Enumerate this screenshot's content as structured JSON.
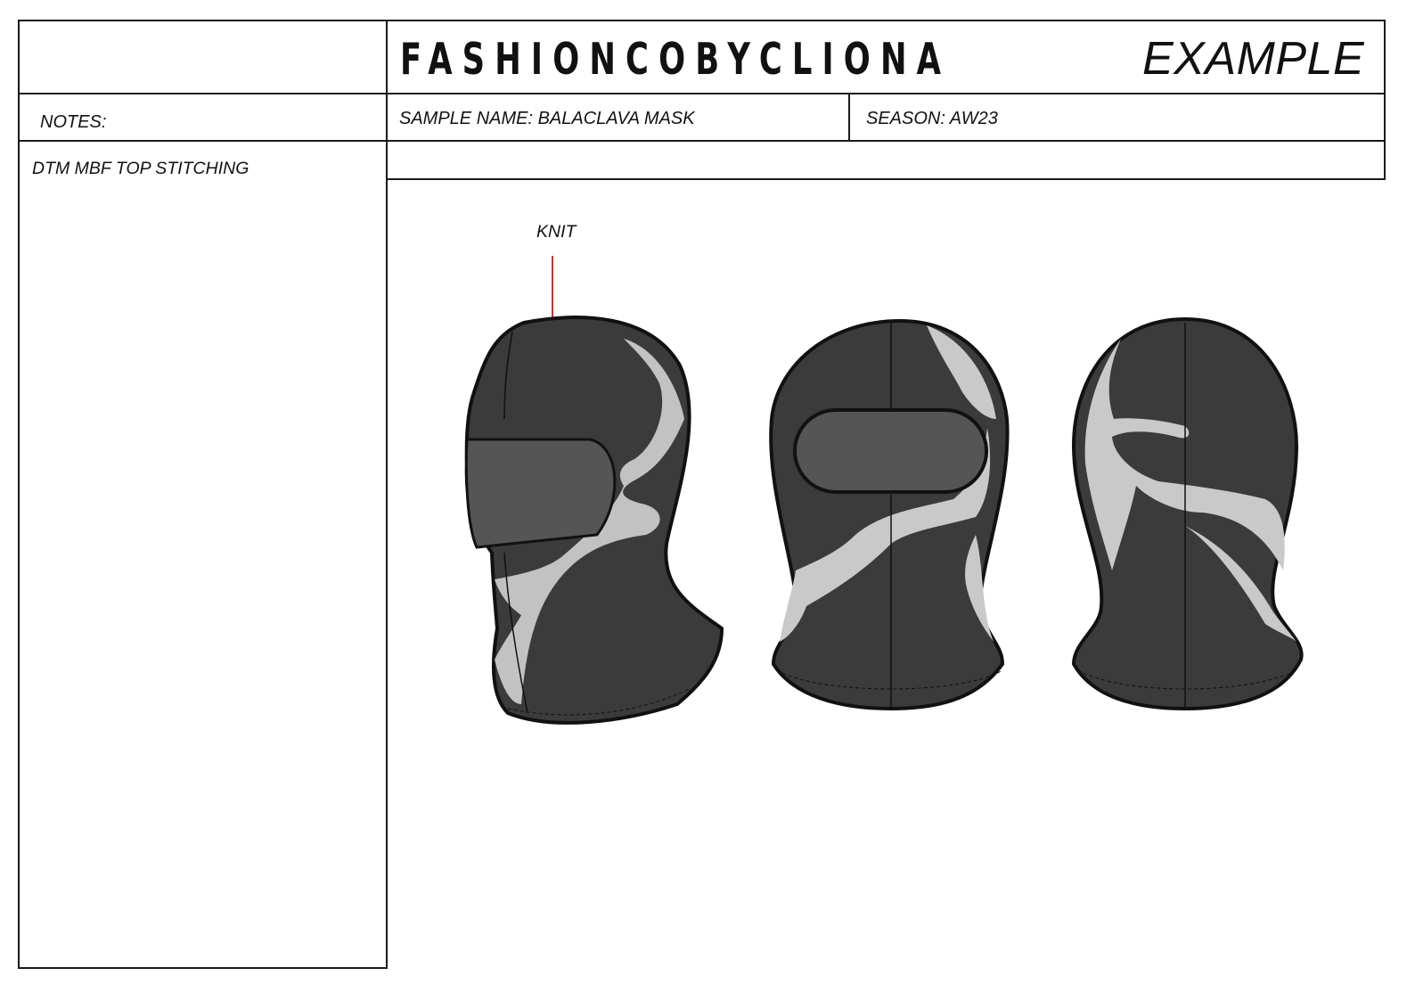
{
  "header": {
    "brand": "FASHIONCOBYCLIONA",
    "stamp": "EXAMPLE"
  },
  "info": {
    "notes_label": "NOTES:",
    "sample_name": "SAMPLE NAME: BALACLAVA MASK",
    "season": "SEASON: AW23"
  },
  "notes": [
    "DTM MBF TOP STITCHING"
  ],
  "callouts": {
    "knit": "KNIT"
  },
  "colors": {
    "ink": "#1a1a1a",
    "knit_dark": "#3b3b3b",
    "knit_light": "#c9c9c9",
    "eye_opening": "#555555",
    "callout_line": "#c0392b"
  },
  "sketches": [
    {
      "view": "side-view",
      "icon": "balaclava-side-icon"
    },
    {
      "view": "front-view",
      "icon": "balaclava-front-icon"
    },
    {
      "view": "back-view",
      "icon": "balaclava-back-icon"
    }
  ]
}
